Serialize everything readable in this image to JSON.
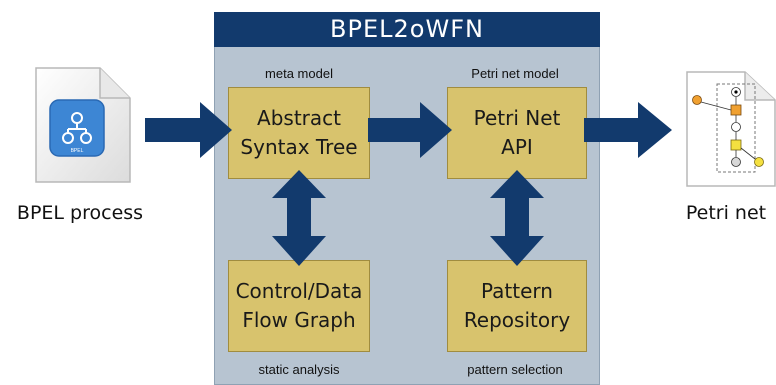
{
  "panel": {
    "title": "BPEL2oWFN"
  },
  "boxes": {
    "ast": {
      "line1": "Abstract",
      "line2": "Syntax Tree",
      "caption": "meta model"
    },
    "petri_api": {
      "line1": "Petri Net",
      "line2": "API",
      "caption": "Petri net model"
    },
    "cfg": {
      "line1": "Control/Data",
      "line2": "Flow Graph",
      "caption": "static analysis"
    },
    "repo": {
      "line1": "Pattern",
      "line2": "Repository",
      "caption": "pattern selection"
    }
  },
  "input": {
    "label": "BPEL process",
    "icon_text": "BPEL"
  },
  "output": {
    "label": "Petri net"
  },
  "colors": {
    "panel_bg": "#b7c4d1",
    "header": "#123a6d",
    "box": "#d8c36d",
    "arrow": "#123a6d",
    "file_icon": "#3d86d4"
  }
}
